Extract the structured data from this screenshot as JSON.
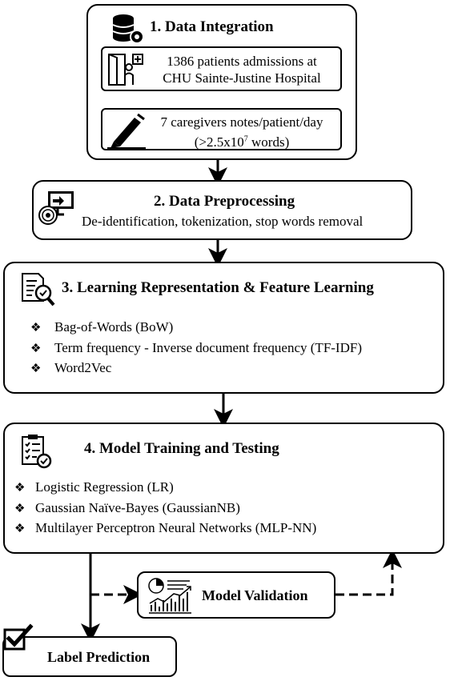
{
  "step1": {
    "title": "1. Data Integration",
    "admissions": {
      "line1": "1386 patients admissions at",
      "line2": "CHU Sainte-Justine Hospital"
    },
    "notes": {
      "line1": "7 caregivers notes/patient/day",
      "line2_prefix": "(>2.5x10",
      "line2_exp": "7",
      "line2_suffix": " words)"
    },
    "icons": [
      "database-gear-icon",
      "hospital-door-icon",
      "pen-writing-icon"
    ]
  },
  "step2": {
    "title": "2. Data Preprocessing",
    "description": "De-identification, tokenization, stop words removal",
    "icon": "monitor-disc-icon"
  },
  "step3": {
    "title": "3. Learning Representation & Feature Learning",
    "items": [
      "Bag-of-Words (BoW)",
      "Term frequency - Inverse document frequency (TF-IDF)",
      "Word2Vec"
    ],
    "icon": "document-magnifier-icon"
  },
  "step4": {
    "title": "4. Model Training and Testing",
    "items": [
      "Logistic Regression (LR)",
      "Gaussian Naïve-Bayes (GaussianNB)",
      "Multilayer Perceptron Neural Networks (MLP-NN)"
    ],
    "icon": "clipboard-check-icon"
  },
  "validation": {
    "label": "Model Validation",
    "icon": "chart-analytics-icon"
  },
  "prediction": {
    "label": "Label Prediction",
    "icon": "checkbox-icon"
  },
  "bullet_glyph": "❖"
}
